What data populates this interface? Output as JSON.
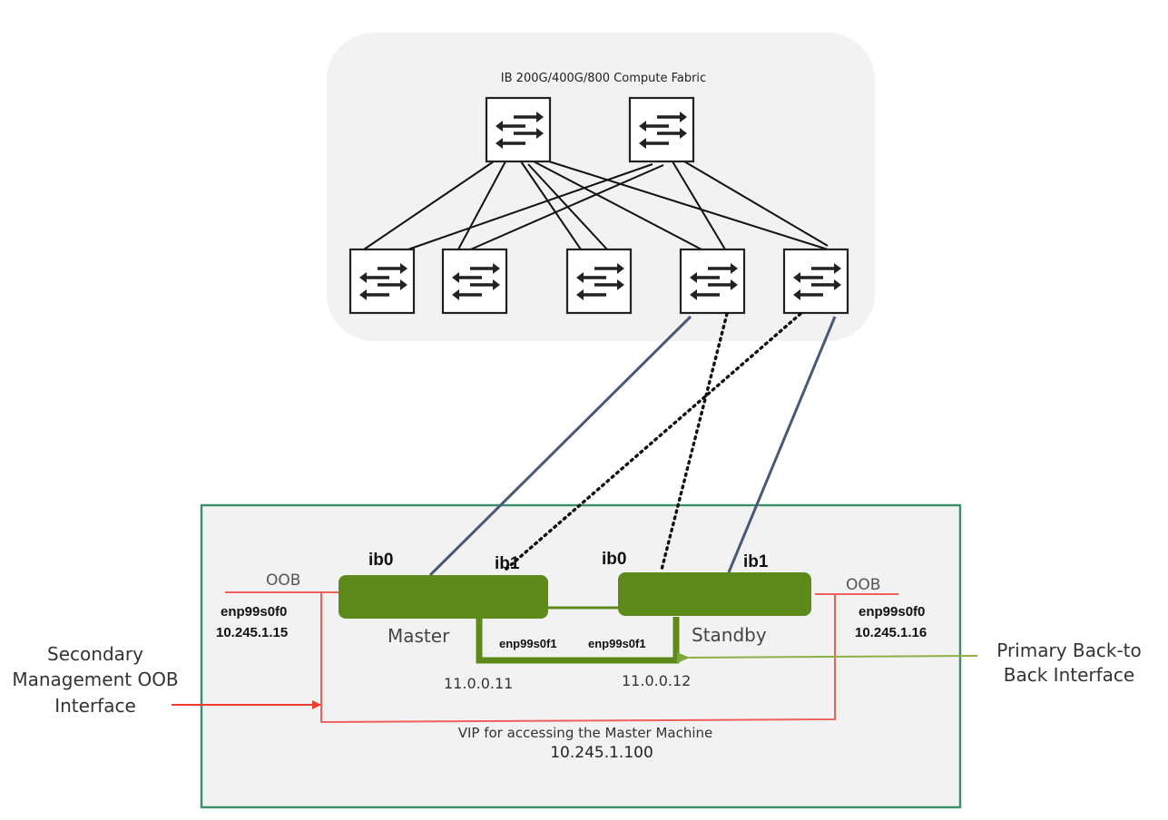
{
  "fabric": {
    "title": "IB 200G/400G/800 Compute Fabric",
    "spine_switch_count": 2,
    "leaf_switch_count": 5,
    "switch_icon": "network-switch-icon"
  },
  "ha_cluster": {
    "master": {
      "name": "Master",
      "port_ib0": "ib0",
      "port_ib1": "ib1",
      "oob_label": "OOB",
      "oob_interface": "enp99s0f0",
      "oob_ip": "10.245.1.15",
      "b2b_interface": "enp99s0f1",
      "b2b_ip": "11.0.0.11"
    },
    "standby": {
      "name": "Standby",
      "port_ib0": "ib0",
      "port_ib1": "ib1",
      "oob_label": "OOB",
      "oob_interface": "enp99s0f0",
      "oob_ip": "10.245.1.16",
      "b2b_interface": "enp99s0f1",
      "b2b_ip": "11.0.0.12"
    },
    "vip": {
      "label": "VIP for accessing the Master Machine",
      "ip": "10.245.1.100"
    }
  },
  "callouts": {
    "secondary": [
      "Secondary",
      "Management OOB",
      "Interface"
    ],
    "primary": [
      "Primary Back-to",
      "Back Interface"
    ]
  },
  "colors": {
    "node_green": "#5e8a1c",
    "oob_red": "#f0605a",
    "arrow_red": "#f03c2c",
    "b2b_callout_green": "#8ab04a",
    "ib_solid": "#4a5a75",
    "container_border": "#3a8f6a",
    "panel_bg": "#f2f2f2"
  }
}
